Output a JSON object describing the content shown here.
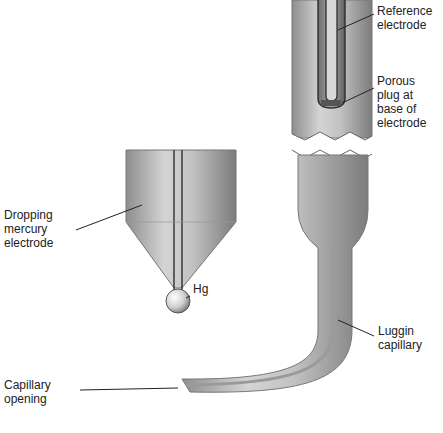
{
  "diagram": {
    "labels": [
      "Reference electrode",
      "Porous plug at base of electrode",
      "Dropping mercury electrode",
      "Hg",
      "Luggin capillary",
      "Capillary opening"
    ]
  }
}
